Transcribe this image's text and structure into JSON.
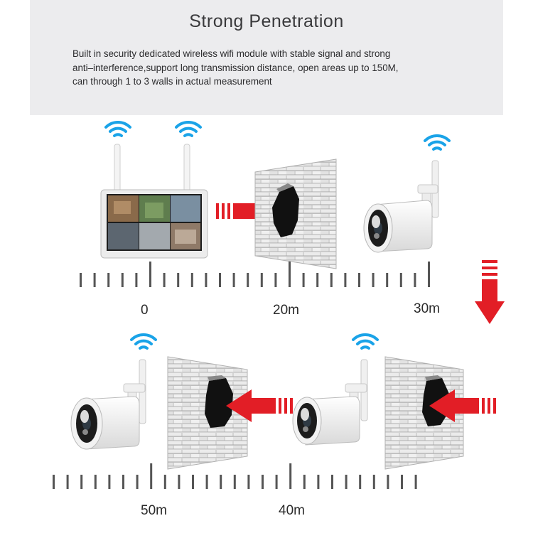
{
  "header": {
    "title": "Strong Penetration",
    "description": [
      "Built in security dedicated wireless wifi module with stable signal and strong",
      "anti–interference,support long transmission distance, open areas up to 150M,",
      "can through 1 to 3 walls in actual measurement"
    ]
  },
  "distances": {
    "top": [
      "0",
      "20m",
      "30m"
    ],
    "bottom": [
      "50m",
      "40m"
    ]
  },
  "colors": {
    "header_bg": "#ececee",
    "wifi": "#1aa3e8",
    "arrow": "#e21e26",
    "scale": "#555555"
  },
  "icons": [
    "wifi-icon",
    "nvr-monitor",
    "brick-wall",
    "bullet-camera",
    "red-arrow",
    "down-arrow"
  ]
}
